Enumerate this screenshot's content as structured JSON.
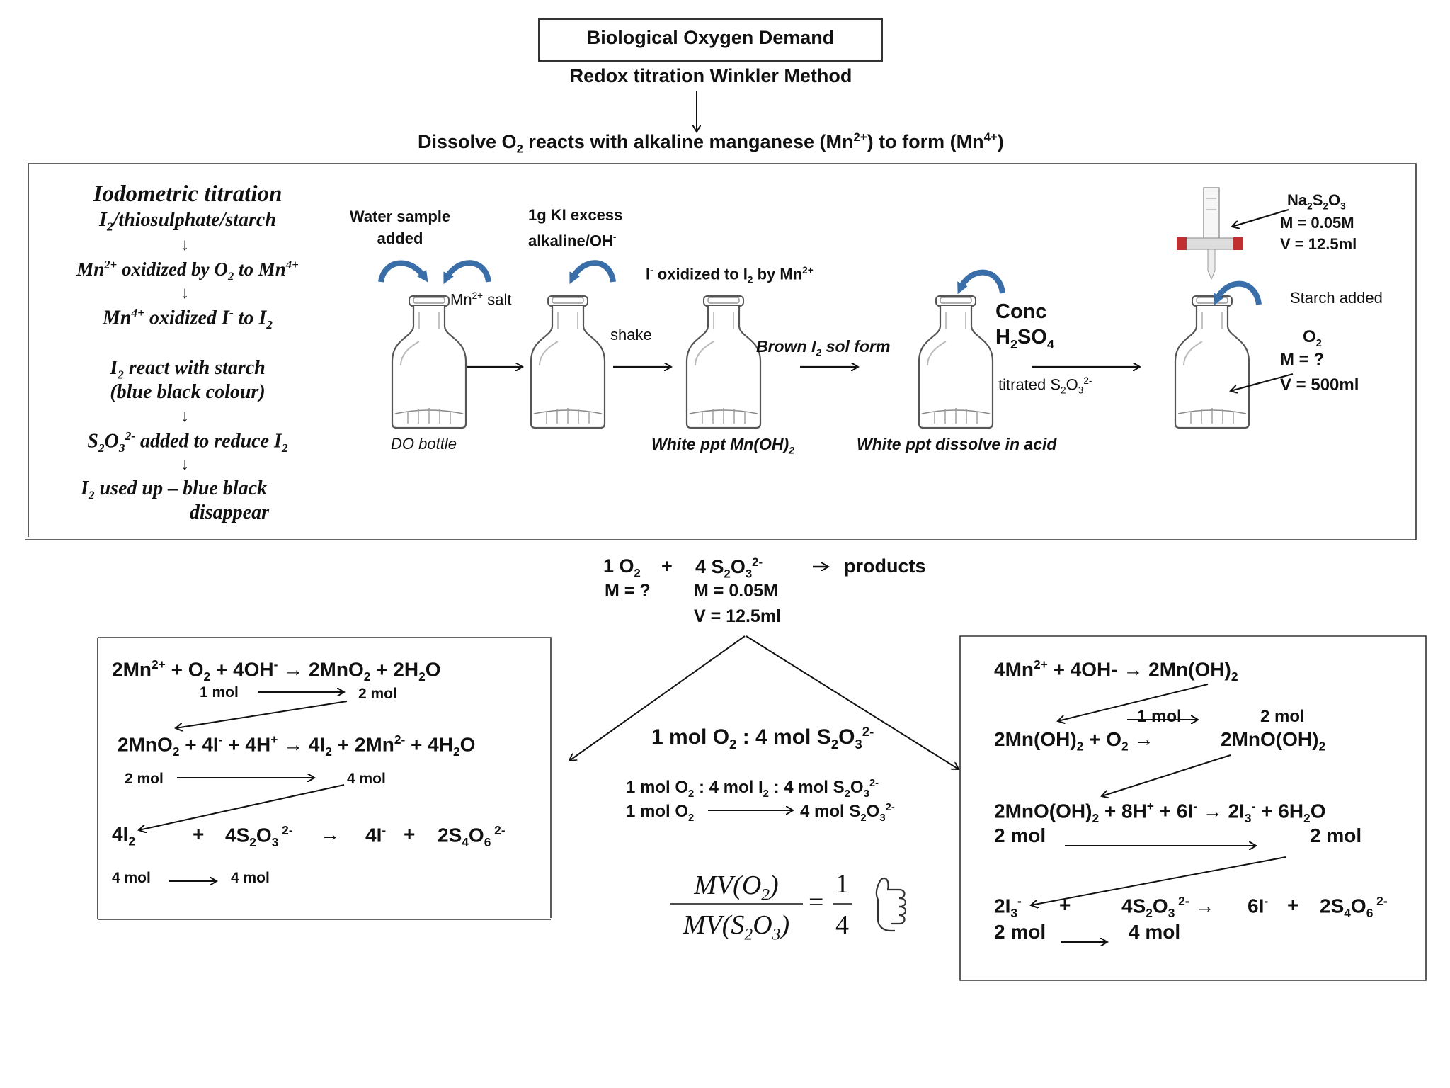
{
  "header": {
    "title": "Biological Oxygen Demand",
    "subtitle": "Redox titration Winkler Method",
    "dissolve": {
      "a": "Dissolve O",
      "b": "2",
      "c": " reacts with alkaline manganese (Mn",
      "d": "2+",
      "e": ") to form (Mn",
      "f": "4+",
      "g": ")"
    }
  },
  "left_steps": {
    "title": "Iodometric titration",
    "line2": {
      "a": "I",
      "b": "2",
      "c": "/thiosulphate/starch"
    },
    "arrow": "↓",
    "line3": {
      "a": "Mn",
      "b": "2+",
      "c": " oxidized by O",
      "d": "2",
      "e": " to Mn",
      "f": "4+"
    },
    "line4": {
      "a": "Mn",
      "b": "4+",
      "c": " oxidized I",
      "d": "-",
      "e": " to I",
      "f": "2"
    },
    "line5": {
      "a": "I",
      "b": "2",
      "c": " react with starch"
    },
    "line6": "(blue black colour)",
    "line7": {
      "a": "S",
      "b": "2",
      "c": "O",
      "d": "3",
      "e": "2-",
      "f": " added  to reduce I",
      "g": "2"
    },
    "line8": {
      "a": "I",
      "b": "2",
      "c": " used up – blue black"
    },
    "line9": "disappear"
  },
  "process": {
    "water_sample": [
      "Water sample",
      "added"
    ],
    "mn_salt": {
      "a": "Mn",
      "b": "2+",
      "c": " salt"
    },
    "ki": [
      "1g KI excess",
      "alkaline/OH"
    ],
    "ki_sup": "-",
    "shake": "shake",
    "i_oxidized": {
      "a": "I",
      "b": "-",
      "c": " oxidized to I",
      "d": "2",
      "e": " by Mn",
      "f": "2+"
    },
    "brown": {
      "a": "Brown I",
      "b": "2",
      "c": " sol form"
    },
    "conc": "Conc",
    "h2so4": {
      "a": "H",
      "b": "2",
      "c": "SO",
      "d": "4"
    },
    "titrated": {
      "a": "titrated  S",
      "b": "2",
      "c": "O",
      "d": "3",
      "e": "2-"
    },
    "na2s2o3": {
      "a": "Na",
      "b": "2",
      "c": "S",
      "d": "2",
      "e": "O",
      "f": "3"
    },
    "m_thio": "M = 0.05M",
    "v_thio": "V  = 12.5ml",
    "starch": "Starch added",
    "o2": {
      "a": "O",
      "b": "2"
    },
    "m_o2": "M = ?",
    "v_o2": "V = 500ml",
    "do_bottle": "DO bottle",
    "white_ppt": {
      "a": "White ppt Mn(OH)",
      "b": "2"
    },
    "white_dissolve": "White ppt dissolve in acid"
  },
  "main_eq": {
    "o2": {
      "a": "1 O",
      "b": "2"
    },
    "plus": "+",
    "thio": {
      "a": "4 S",
      "b": "2",
      "c": "O",
      "d": "3",
      "e": "2-"
    },
    "arrow": "→",
    "products": "products",
    "m_left": "M = ?",
    "m_right": "M = 0.05M",
    "v_right": "V = 12.5ml"
  },
  "center": {
    "ratio": {
      "a": "1 mol O",
      "b": "2",
      "c": " : 4 mol S",
      "d": "2",
      "e": "O",
      "f": "3",
      "g": "2-"
    },
    "ratio2": {
      "a": "1 mol O",
      "b": "2",
      "c": " : 4 mol I",
      "d": "2",
      "e": " :  4 mol S",
      "f": "2",
      "g": "O",
      "h": "3",
      "i": "2-"
    },
    "ratio3a": {
      "a": "1 mol O",
      "b": "2"
    },
    "ratio3b": {
      "a": "4 mol S",
      "b": "2",
      "c": "O",
      "d": "3",
      "e": "2-"
    },
    "formula_num": {
      "a": "MV(O",
      "b": "2",
      "c": ")"
    },
    "formula_den": {
      "a": "MV(S",
      "b": "2",
      "c": "O",
      "d": "3",
      "e": ")"
    },
    "formula_eq": "=",
    "formula_rnum": "1",
    "formula_rden": "4"
  },
  "left_box": {
    "eq1": {
      "a": "2Mn",
      "b": "2+",
      "c": "  +  O",
      "d": "2",
      "e": " +  4OH",
      "f": "-",
      "g": "  →  2MnO",
      "h": "2",
      "i": "     +  2H",
      "j": "2",
      "k": "O"
    },
    "mol1a": "1 mol",
    "mol1b": "2 mol",
    "eq2": {
      "a": "2MnO",
      "b": "2",
      "c": "  +  4I",
      "d": "-",
      "e": "  + 4H",
      "f": "+",
      "g": "  →  4I",
      "h": "2",
      "i": "  +  2Mn",
      "j": "2-",
      "k": "  + 4H",
      "l": "2",
      "m": "O"
    },
    "mol2a": "2 mol",
    "mol2b": "4 mol",
    "eq3a": {
      "a": "4I",
      "b": "2"
    },
    "eq3b": "+",
    "eq3c": {
      "a": "4S",
      "b": "2",
      "c": "O",
      "d": "3",
      "e": " 2-"
    },
    "eq3d": "→",
    "eq3e": {
      "a": "4I",
      "b": "-"
    },
    "eq3f": "+",
    "eq3g": {
      "a": "2S",
      "b": "4",
      "c": "O",
      "d": "6",
      "e": " 2-"
    },
    "mol3a": "4 mol",
    "mol3b": "4 mol"
  },
  "right_box": {
    "eq1": {
      "a": "4Mn",
      "b": "2+",
      "c": "  +  4OH-  →  2Mn(OH)",
      "d": "2"
    },
    "mol1a": "1 mol",
    "mol1b": "2 mol",
    "eq2a": {
      "a": "2Mn(OH)",
      "b": "2",
      "c": "  +  O",
      "d": "2",
      "e": "   →"
    },
    "eq2b": {
      "a": "2MnO(OH)",
      "b": "2"
    },
    "eq3": {
      "a": "2MnO(OH)",
      "b": "2",
      "c": "  + 8H",
      "d": "+",
      "e": "  +  6I",
      "f": "-",
      "g": "  →  2I",
      "h": "3",
      "i": "-",
      "j": "  +  6H",
      "k": "2",
      "l": "O"
    },
    "mol3a": "2 mol",
    "mol3b": "2 mol",
    "eq4a": {
      "a": "2I",
      "b": "3",
      "c": "-"
    },
    "eq4b": "+",
    "eq4c": {
      "a": "4S",
      "b": "2",
      "c": "O",
      "d": "3",
      "e": " 2-",
      "f": "  →"
    },
    "eq4d": {
      "a": "6I",
      "b": "-"
    },
    "eq4e": "+",
    "eq4f": {
      "a": "2S",
      "b": "4",
      "c": "O",
      "d": "6",
      "e": " 2-"
    },
    "mol4a": "2 mol",
    "mol4b": "4 mol"
  }
}
